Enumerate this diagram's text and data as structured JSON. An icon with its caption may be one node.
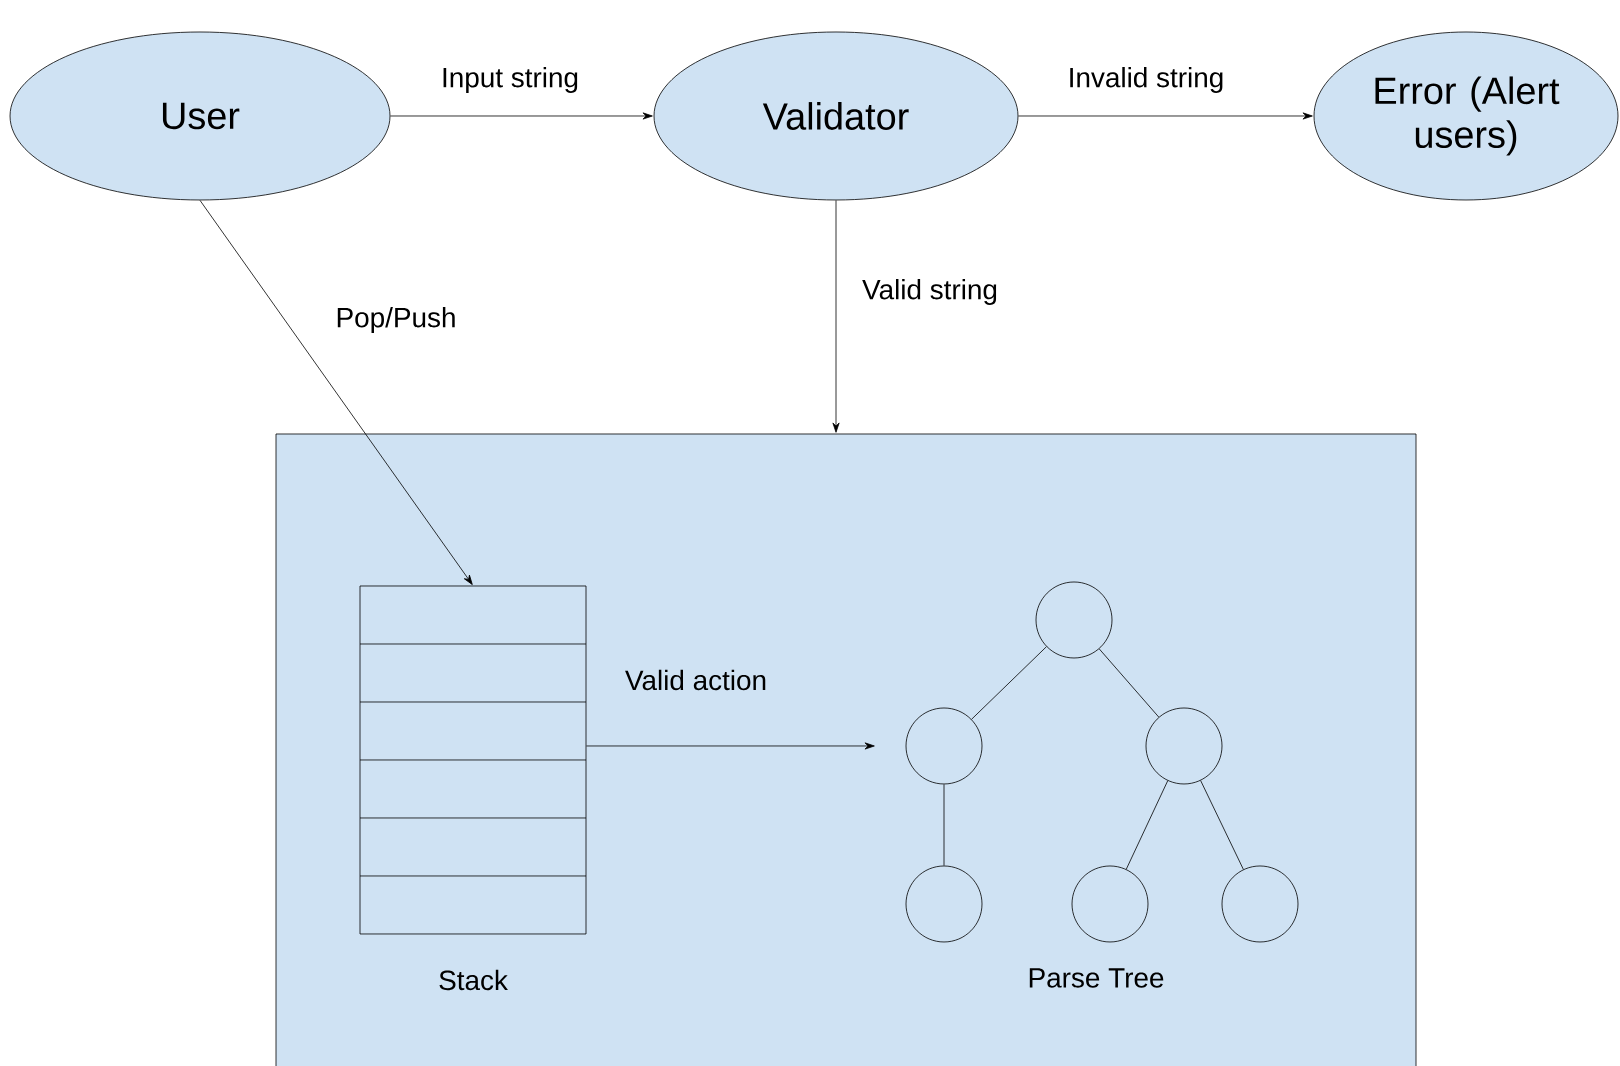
{
  "diagram": {
    "nodes": [
      {
        "text": [
          "User"
        ]
      },
      {
        "text": [
          "Validator"
        ]
      },
      {
        "text": [
          "Error (Alert users)"
        ]
      },
      {
        "text": [],
        "shape": "box"
      },
      {
        "text": [],
        "shape": "box",
        "in": 3,
        "beside": [
          "Stack"
        ]
      },
      {
        "text": [],
        "shape": "circle",
        "in": 3
      },
      {
        "text": [],
        "shape": "circle",
        "in": 3
      },
      {
        "text": [],
        "shape": "circle",
        "in": 3
      },
      {
        "text": [],
        "shape": "circle",
        "in": 3
      },
      {
        "text": [],
        "shape": "circle",
        "in": 3
      },
      {
        "text": [],
        "shape": "circle",
        "in": 3
      }
    ],
    "edges": [
      {
        "from": 0,
        "to": 1,
        "arrow": "to",
        "label": "Input string"
      },
      {
        "from": 1,
        "to": 2,
        "arrow": "to",
        "label": "Invalid string"
      },
      {
        "from": 1,
        "to": 3,
        "arrow": "to",
        "label": "Valid string"
      },
      {
        "from": 0,
        "to": 4,
        "arrow": "to",
        "label": "Pop/Push"
      },
      {
        "from": 4,
        "to": 6,
        "arrow": "to",
        "label": "Valid action"
      },
      {
        "from": 5,
        "to": 6,
        "arrow": "none"
      },
      {
        "from": 5,
        "to": 7,
        "arrow": "none"
      },
      {
        "from": 6,
        "to": 8,
        "arrow": "none"
      },
      {
        "from": 7,
        "to": 9,
        "arrow": "none"
      },
      {
        "from": 7,
        "to": 10,
        "arrow": "none"
      }
    ],
    "labels": [
      "Parse Tree"
    ]
  }
}
